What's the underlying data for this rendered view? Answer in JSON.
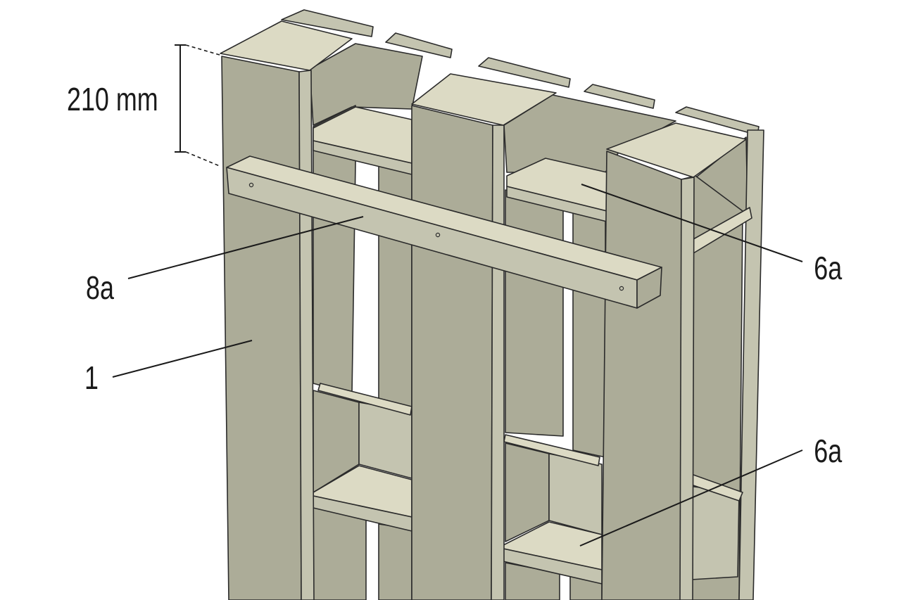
{
  "colors": {
    "board_face": "#acac98",
    "board_top": "#dcdac4",
    "board_shade": "#c4c4b0",
    "board_dark": "#9a9a86",
    "outline": "#2b2b2b",
    "background": "#ffffff"
  },
  "labels": {
    "dimension": "210 mm",
    "crossbar": "8a",
    "board": "1",
    "shelf_top": "6a",
    "shelf_bottom": "6a"
  }
}
